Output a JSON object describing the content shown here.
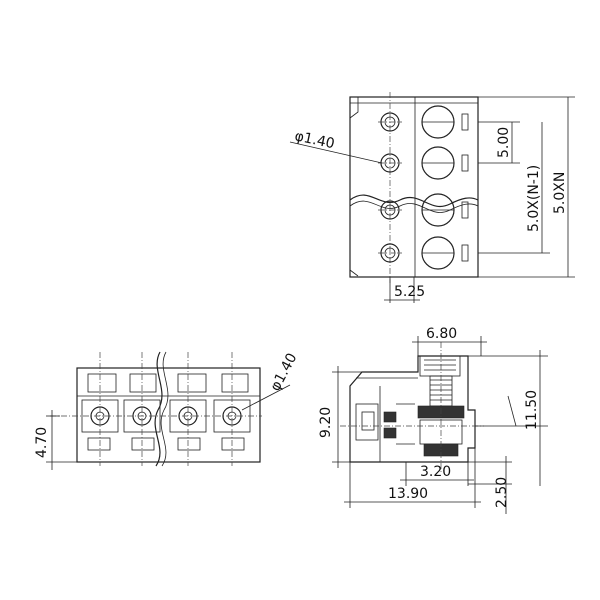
{
  "drawing": {
    "top_view": {
      "hole_diameter": "φ1.40",
      "pitch": "5.00",
      "span_n_minus_1": "5.0X(N-1)",
      "span_n": "5.0XN",
      "width": "5.25"
    },
    "front_view": {
      "hole_diameter": "φ1.40",
      "height": "4.70"
    },
    "side_view": {
      "top_width": "6.80",
      "height_left": "9.20",
      "height_right": "11.50",
      "inner_width": "3.20",
      "total_width": "13.90",
      "offset": "2.50"
    }
  }
}
